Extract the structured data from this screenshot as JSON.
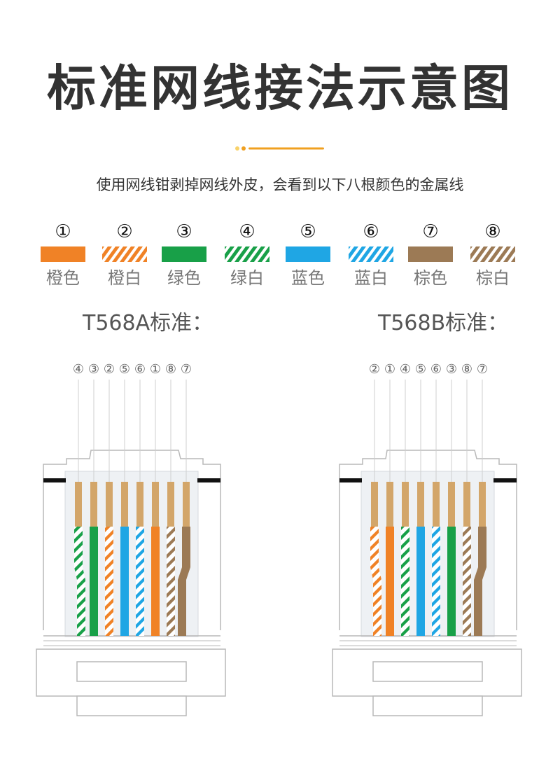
{
  "title": "标准网线接法示意图",
  "subtitle": "使用网线钳剥掉网线外皮，会看到以下八根颜色的金属线",
  "colors": {
    "orange": "#F08226",
    "green": "#18A048",
    "blue": "#1FA6E4",
    "brown": "#9C7A55",
    "gold": "#D3A66A",
    "accent": "#F0A020"
  },
  "wires": [
    {
      "num": "①",
      "label": "橙色",
      "color": "#F08226",
      "striped": false
    },
    {
      "num": "②",
      "label": "橙白",
      "color": "#F08226",
      "striped": true
    },
    {
      "num": "③",
      "label": "绿色",
      "color": "#18A048",
      "striped": false
    },
    {
      "num": "④",
      "label": "绿白",
      "color": "#18A048",
      "striped": true
    },
    {
      "num": "⑤",
      "label": "蓝色",
      "color": "#1FA6E4",
      "striped": false
    },
    {
      "num": "⑥",
      "label": "蓝白",
      "color": "#1FA6E4",
      "striped": true
    },
    {
      "num": "⑦",
      "label": "棕色",
      "color": "#9C7A55",
      "striped": false
    },
    {
      "num": "⑧",
      "label": "棕白",
      "color": "#9C7A55",
      "striped": true
    }
  ],
  "standards": [
    {
      "id": "a",
      "title": "T568A标准：",
      "order": [
        4,
        3,
        2,
        5,
        6,
        1,
        8,
        7
      ]
    },
    {
      "id": "b",
      "title": "T568B标准：",
      "order": [
        2,
        1,
        4,
        5,
        6,
        3,
        8,
        7
      ]
    }
  ]
}
